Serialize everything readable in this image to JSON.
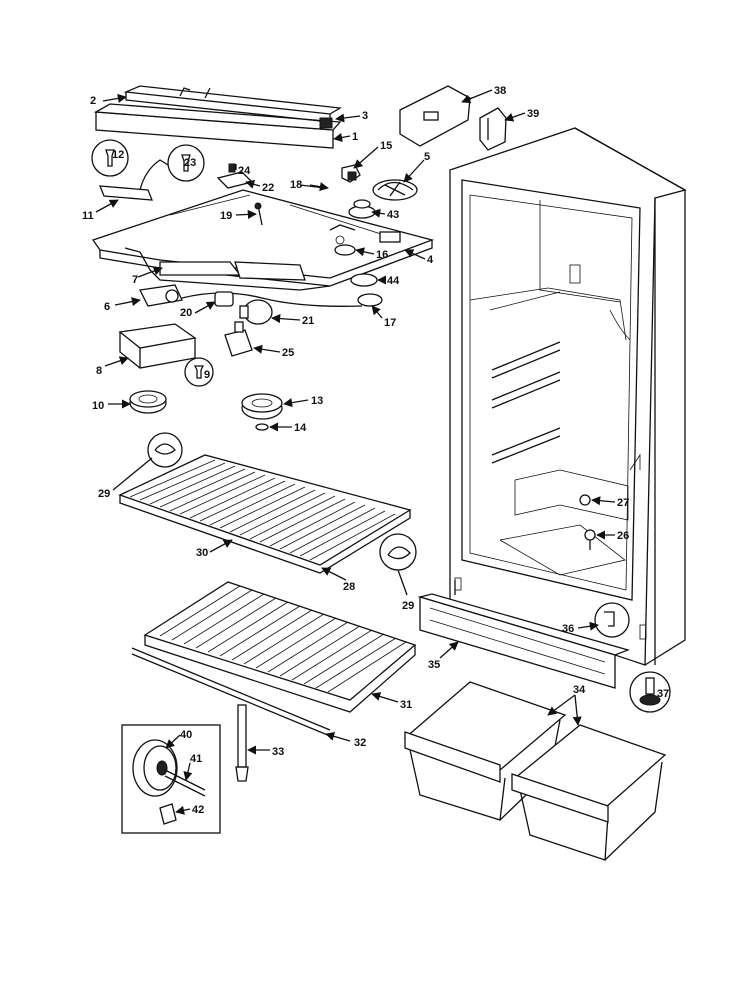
{
  "labels": {
    "p1": "1",
    "p2": "2",
    "p3": "3",
    "p4": "4",
    "p5": "5",
    "p6": "6",
    "p7": "7",
    "p8": "8",
    "p9": "9",
    "p10": "10",
    "p11": "11",
    "p12": "12",
    "p13": "13",
    "p14": "14",
    "p15": "15",
    "p16": "16",
    "p17": "17",
    "p18": "18",
    "p19": "19",
    "p20": "20",
    "p21": "21",
    "p22": "22",
    "p23": "23",
    "p24": "24",
    "p25": "25",
    "p26": "26",
    "p27": "27",
    "p28": "28",
    "p29a": "29",
    "p29b": "29",
    "p30": "30",
    "p31": "31",
    "p32": "32",
    "p33": "33",
    "p34": "34",
    "p35": "35",
    "p36": "36",
    "p37": "37",
    "p38": "38",
    "p39": "39",
    "p40": "40",
    "p41": "41",
    "p42": "42",
    "p43": "43",
    "p44": "44"
  }
}
